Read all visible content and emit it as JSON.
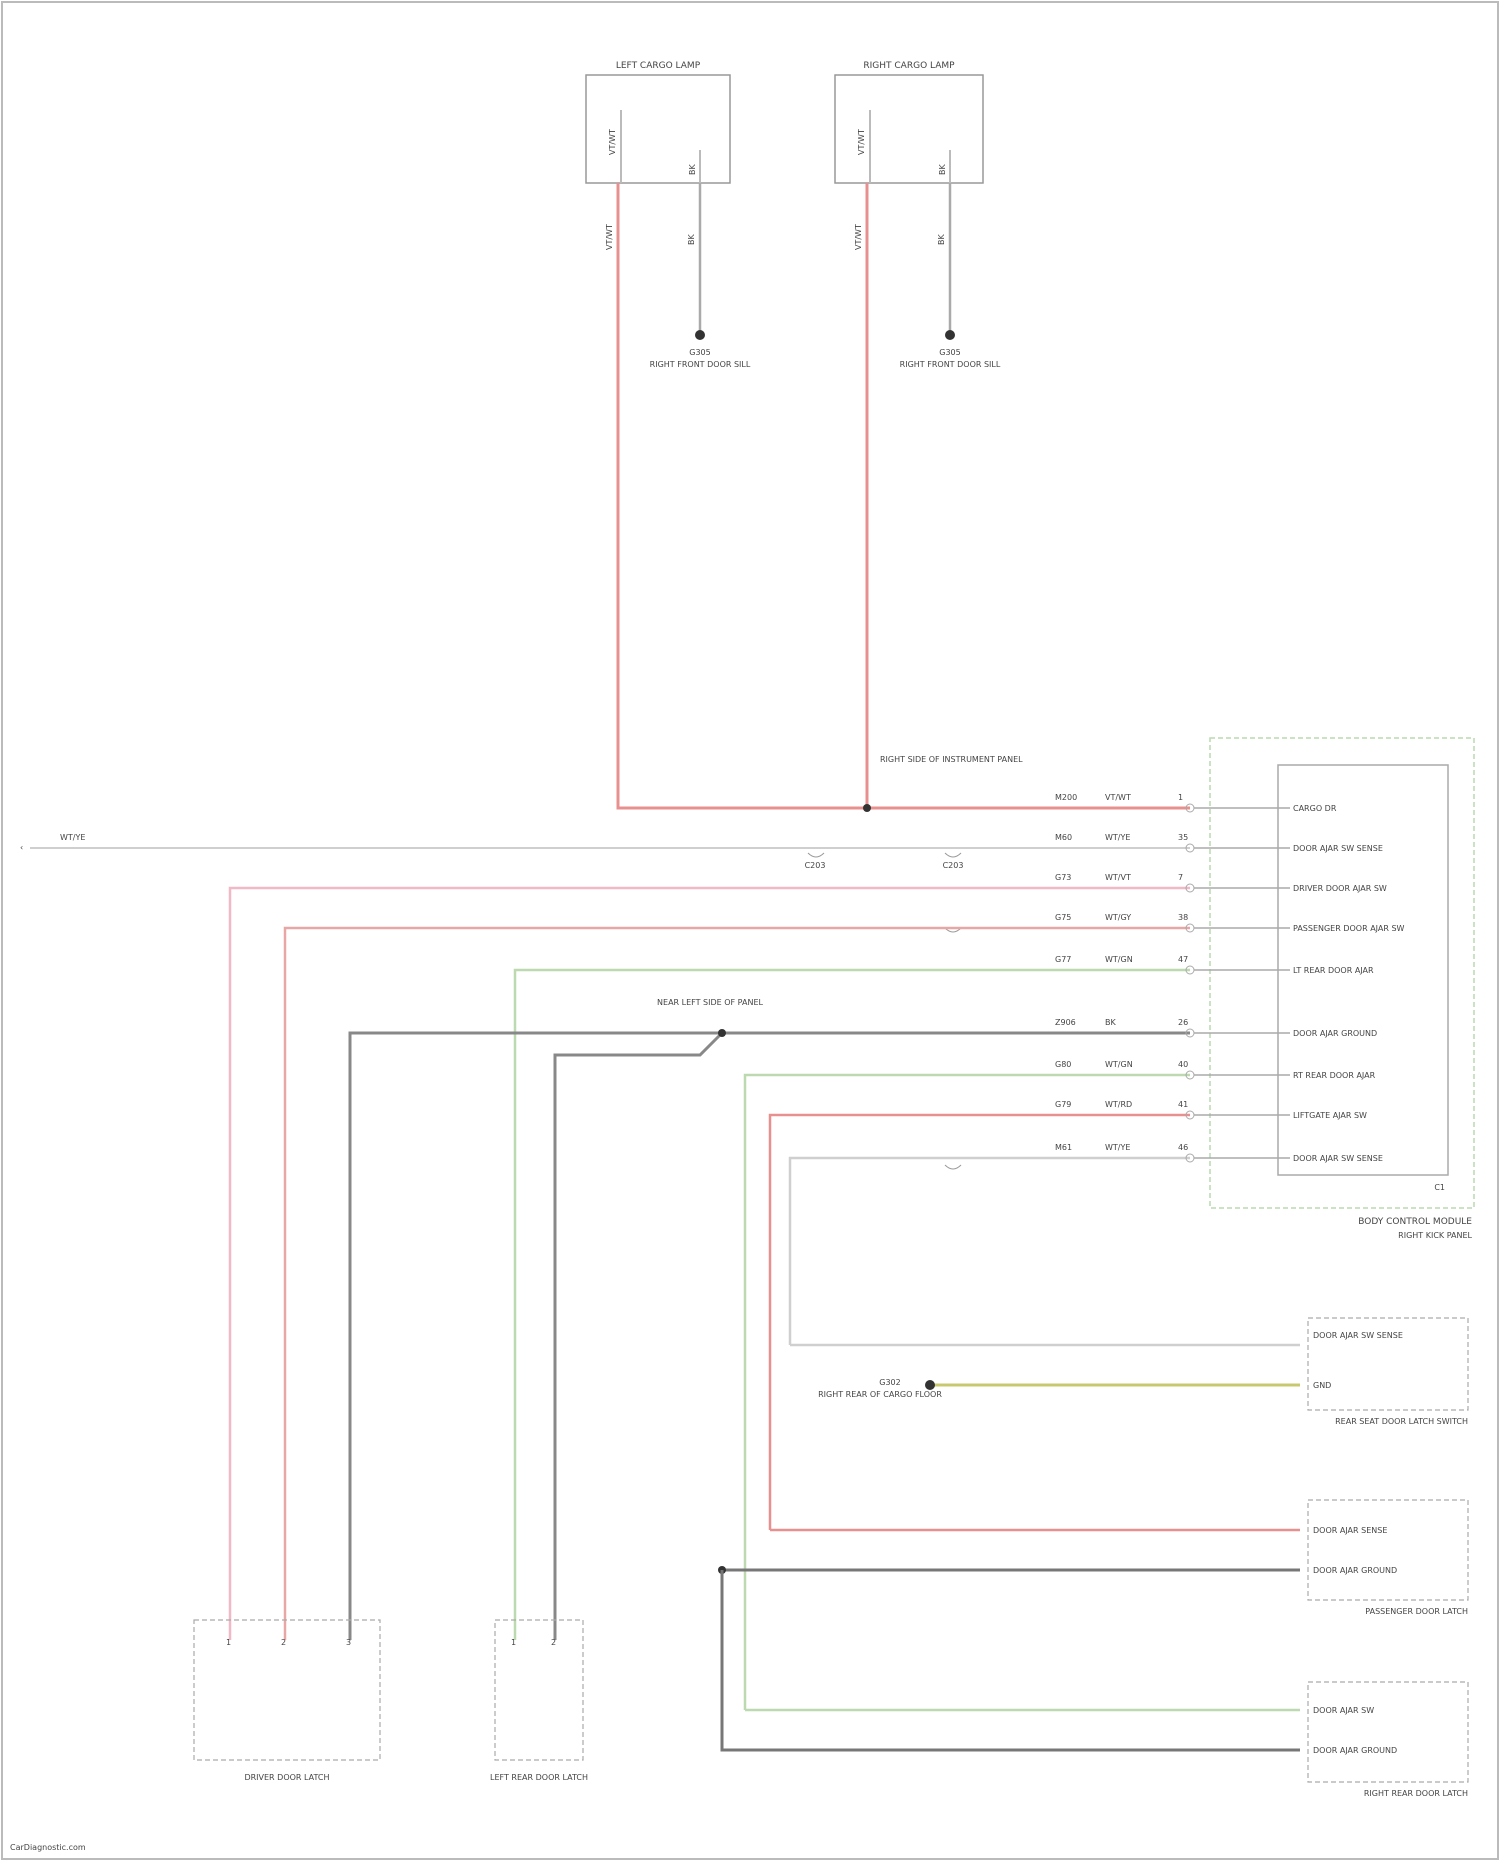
{
  "diagram": {
    "lamps": {
      "left": {
        "title": "LEFT CARGO LAMP",
        "pin1_wire": "VT/WT",
        "pin2_wire": "BK",
        "ground_id": "G305",
        "ground_loc": "RIGHT FRONT DOOR SILL"
      },
      "right": {
        "title": "RIGHT CARGO LAMP",
        "pin1_wire": "VT/WT",
        "pin2_wire": "BK",
        "ground_id": "G305",
        "ground_loc": "RIGHT FRONT DOOR SILL"
      }
    },
    "splice_top": {
      "label": "RIGHT SIDE OF INSTRUMENT PANEL"
    },
    "splice_mid": {
      "label": "NEAR LEFT SIDE OF PANEL"
    },
    "left_feed": {
      "wire": "WT/YE"
    },
    "rows": [
      {
        "circuit": "M200",
        "wire": "VT/WT",
        "pin": "1",
        "function": "CARGO DR"
      },
      {
        "circuit": "M60",
        "wire": "WT/YE",
        "pin": "35",
        "function": "DOOR AJAR SW SENSE"
      },
      {
        "circuit": "G73",
        "wire": "WT/VT",
        "pin": "7",
        "function": "DRIVER DOOR AJAR SW"
      },
      {
        "circuit": "G75",
        "wire": "WT/GY",
        "pin": "38",
        "function": "PASSENGER DOOR AJAR SW"
      },
      {
        "circuit": "G77",
        "wire": "WT/GN",
        "pin": "47",
        "function": "LT REAR DOOR AJAR"
      },
      {
        "circuit": "Z906",
        "wire": "BK",
        "pin": "26",
        "function": "DOOR AJAR GROUND"
      },
      {
        "circuit": "G80",
        "wire": "WT/GN",
        "pin": "40",
        "function": "RT REAR DOOR AJAR"
      },
      {
        "circuit": "G79",
        "wire": "WT/RD",
        "pin": "41",
        "function": "LIFTGATE AJAR SW"
      },
      {
        "circuit": "M61",
        "wire": "WT/YE",
        "pin": "46",
        "function": "DOOR AJAR SW SENSE"
      }
    ],
    "module": {
      "name": "BODY CONTROL MODULE",
      "connector": "C1",
      "location": "RIGHT KICK PANEL"
    },
    "inline_label": "C203",
    "bottom_switches": [
      {
        "name": "DRIVER DOOR LATCH",
        "pins": [
          "1",
          "2",
          "3"
        ]
      },
      {
        "name": "LEFT REAR DOOR LATCH",
        "pins": [
          "1",
          "2"
        ]
      }
    ],
    "right_devices": [
      {
        "name": "REAR SEAT DOOR LATCH SWITCH",
        "pins": [
          "DOOR AJAR SW SENSE",
          "GND"
        ]
      },
      {
        "name": "PASSENGER DOOR LATCH",
        "pins": [
          "DOOR AJAR SENSE",
          "DOOR AJAR GROUND"
        ]
      },
      {
        "name": "RIGHT REAR DOOR LATCH",
        "pins": [
          "DOOR AJAR SW",
          "DOOR AJAR GROUND"
        ]
      }
    ],
    "ground_bottom": {
      "id": "G302",
      "loc": "RIGHT REAR OF CARGO FLOOR"
    },
    "watermark": "CarDiagnostic.com",
    "colors": {
      "vt_wt": "#e8908f",
      "wt_vt": "#f1b8c8",
      "wt_gy": "#e8a7a5",
      "wt_gn": "#bcd9b0",
      "bk": "#777777",
      "wt_ye": "#cfcfcf",
      "ye_gn": "#c8c86e"
    }
  }
}
